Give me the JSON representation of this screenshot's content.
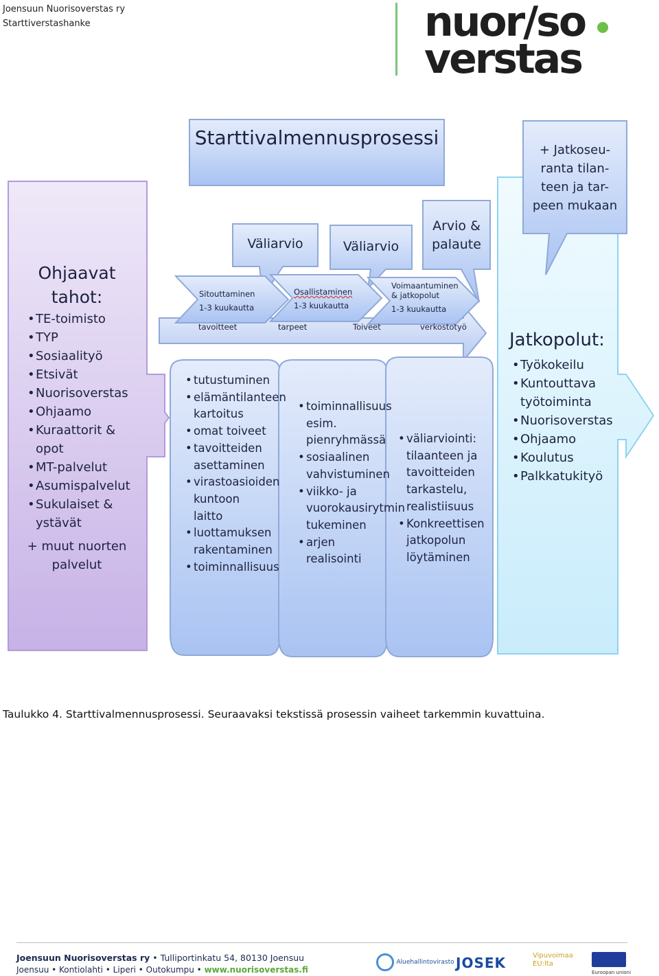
{
  "header": {
    "org": "Joensuun Nuorisoverstas ry",
    "project": "Starttiverstashanke"
  },
  "logo": {
    "line1": "nuor/so",
    "line2": "verstas"
  },
  "process": {
    "title": "Starttivalmennusprosessi",
    "review1": "Väliarvio",
    "review2": "Väliarvio",
    "feedback": [
      "Arvio &",
      "palaute"
    ],
    "followup": [
      "+ Jatkoseu-",
      "ranta tilan-",
      "teen ja tar-",
      "peen mukaan"
    ],
    "phases": [
      {
        "name": "Sitouttaminen",
        "duration": "1-3 kuukautta"
      },
      {
        "name": "Osallistaminen",
        "duration": "1-3 kuukautta"
      },
      {
        "name": "Voimaantuminen",
        "name2": "& jatkopolut",
        "duration": "1-3 kuukautta"
      }
    ],
    "timeline": [
      "tavoitteet",
      "tarpeet",
      "Toiveet",
      "verkostotyö"
    ]
  },
  "guides": {
    "title": [
      "Ohjaavat",
      "tahot:"
    ],
    "items": [
      "TE-toimisto",
      "TYP",
      "Sosiaalityö",
      "Etsivät",
      "Nuorisoverstas",
      "Ohjaamo",
      "Kuraattorit & opot",
      "MT-palvelut",
      "Asumispalvelut",
      "Sukulaiset & ystävät"
    ],
    "extra": [
      "+ muut nuorten",
      "palvelut"
    ]
  },
  "phase_columns": [
    [
      "tutustuminen",
      "elämäntilanteen kartoitus",
      "omat toiveet",
      "tavoitteiden asettaminen",
      "virastoasioiden kuntoon laitto",
      "luottamuksen rakentaminen",
      "toiminnallisuus"
    ],
    [
      "toiminnallisuus esim. pienryhmässä",
      "sosiaalinen vahvistuminen",
      "viikko- ja vuorokausirytmin tukeminen",
      "arjen realisointi"
    ],
    [
      "väliarviointi: tilaanteen ja tavoitteiden tarkastelu, realistiisuus",
      "Konkreettisen jatkopolun löytäminen"
    ]
  ],
  "paths": {
    "title": "Jatkopolut:",
    "items": [
      "Työkokeilu",
      "Kuntouttava työtoiminta",
      "Nuorisoverstas",
      "Ohjaamo",
      "Koulutus",
      "Palkkatukityö"
    ]
  },
  "caption": "Taulukko 4. Starttivalmennusprosessi. Seuraavaksi tekstissä prosessin vaiheet tarkemmin kuvattuina.",
  "footer": {
    "org": "Joensuun Nuorisoverstas ry",
    "address": "• Tulliportinkatu 54, 80130 Joensuu",
    "towns": "Joensuu • Kontiolahti • Liperi • Outokumpu •",
    "url": "www.nuorisoverstas.fi",
    "logos": [
      "Aluehallintovirasto",
      "JOSEK",
      "Vipuvoimaa EU:lta",
      "Euroopan unioni"
    ]
  },
  "colors": {
    "purple_fill": "#c9b4e8",
    "blue_fill": "#b9cdf5",
    "cyan_fill": "#cdefff",
    "border": "#8fa9d8",
    "text_navy": "#1d2240"
  }
}
